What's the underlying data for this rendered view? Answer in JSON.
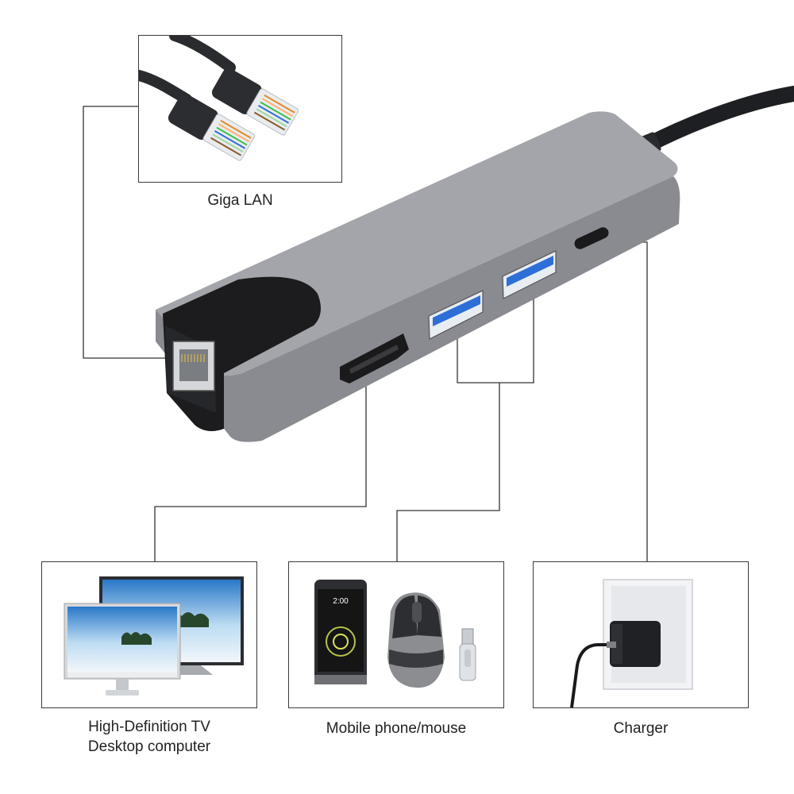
{
  "labels": {
    "lan": "Giga LAN",
    "hdmi_line1": "High-Definition TV",
    "hdmi_line2": "Desktop computer",
    "usb": "Mobile phone/mouse",
    "charger": "Charger"
  },
  "phone_screen": {
    "time": "2:00"
  },
  "colors": {
    "hub_body": "#8e8f93",
    "hub_top": "#a3a4a8",
    "port_blue": "#2d6fd6",
    "connector_line": "#333333",
    "cable": "#1e1f22"
  }
}
